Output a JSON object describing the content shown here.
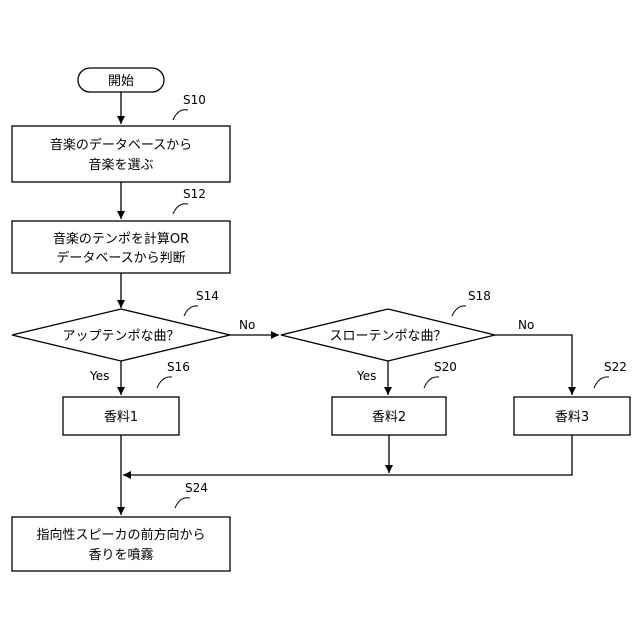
{
  "start": {
    "label": "開始"
  },
  "steps": {
    "s10": {
      "id": "S10",
      "line1": "音楽のデータベースから",
      "line2": "音楽を選ぶ"
    },
    "s12": {
      "id": "S12",
      "line1": "音楽のテンポを計算OR",
      "line2": "データベースから判断"
    },
    "s14": {
      "id": "S14",
      "label": "アップテンポな曲？"
    },
    "s18": {
      "id": "S18",
      "label": "スローテンポな曲？"
    },
    "s16": {
      "id": "S16",
      "label": "香料1"
    },
    "s20": {
      "id": "S20",
      "label": "香料2"
    },
    "s22": {
      "id": "S22",
      "label": "香料3"
    },
    "s24": {
      "id": "S24",
      "line1": "指向性スピーカの前方向から",
      "line2": "香りを噴霧"
    }
  },
  "edges": {
    "yes": "Yes",
    "no": "No"
  }
}
